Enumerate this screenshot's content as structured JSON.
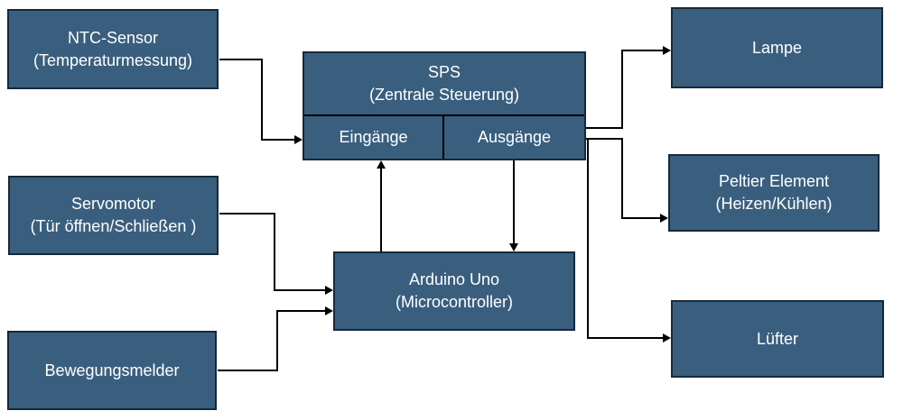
{
  "colors": {
    "box_fill": "#3A5F7E",
    "box_border": "#16293A",
    "line_color": "#000000",
    "text_color": "#FFFFFF",
    "background": "#FFFFFF"
  },
  "nodes": {
    "ntc": {
      "line1": "NTC-Sensor",
      "line2": "(Temperaturmessung)"
    },
    "servo": {
      "line1": "Servomotor",
      "line2": "(Tür öffnen/Schließen )"
    },
    "motion": {
      "label": "Bewegungsmelder"
    },
    "sps": {
      "line1": "SPS",
      "line2": "(Zentrale Steuerung)"
    },
    "inputs": {
      "label": "Eingänge"
    },
    "outputs": {
      "label": "Ausgänge"
    },
    "arduino": {
      "line1": "Arduino Uno",
      "line2": "(Microcontroller)"
    },
    "lamp": {
      "label": "Lampe"
    },
    "peltier": {
      "line1": "Peltier Element",
      "line2": "(Heizen/Kühlen)"
    },
    "fan": {
      "label": "Lüfter"
    }
  },
  "edges": [
    {
      "from": "NTC-Sensor",
      "to": "SPS Eingänge",
      "arrow": "right"
    },
    {
      "from": "Servomotor",
      "to": "Arduino Uno",
      "arrow": "right"
    },
    {
      "from": "Bewegungsmelder",
      "to": "Arduino Uno",
      "arrow": "right"
    },
    {
      "from": "Arduino Uno",
      "to": "SPS Eingänge",
      "arrow": "up"
    },
    {
      "from": "SPS Ausgänge",
      "to": "Arduino Uno",
      "arrow": "down"
    },
    {
      "from": "SPS Ausgänge",
      "to": "Lampe",
      "arrow": "right"
    },
    {
      "from": "SPS Ausgänge",
      "to": "Peltier Element",
      "arrow": "right"
    },
    {
      "from": "SPS Ausgänge",
      "to": "Lüfter",
      "arrow": "right"
    }
  ]
}
